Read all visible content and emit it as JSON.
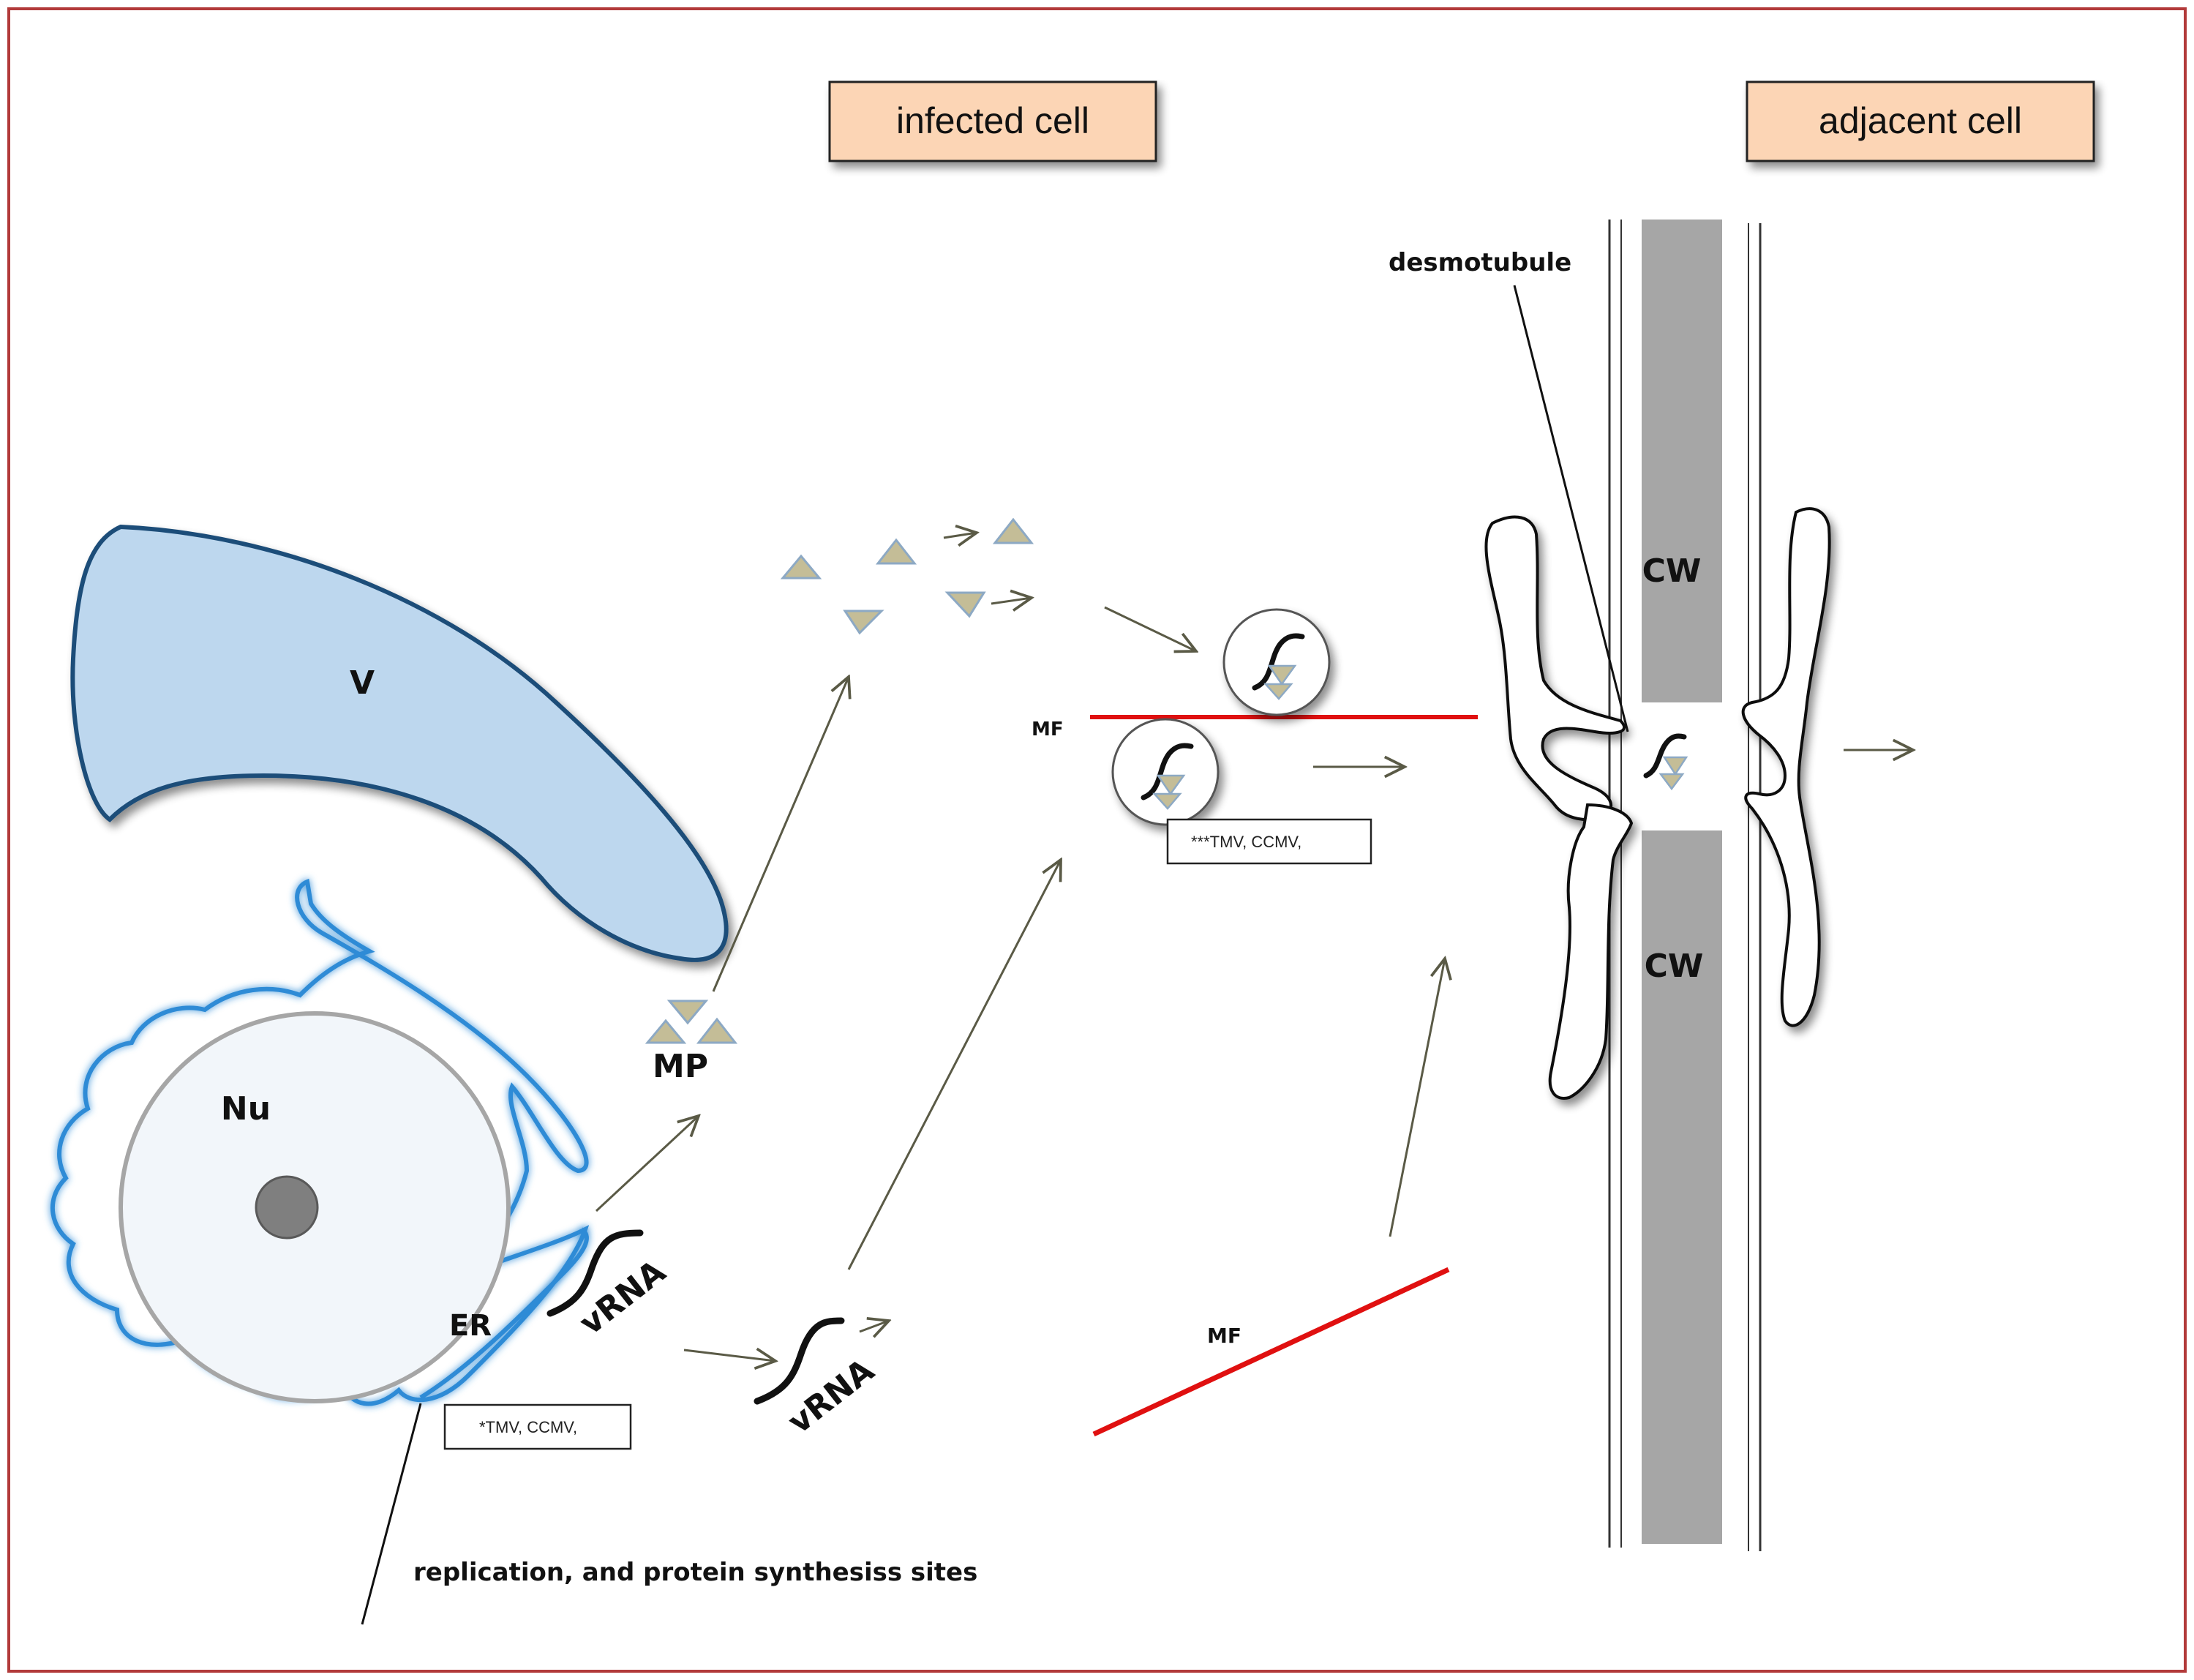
{
  "titles": {
    "infected": "infected cell",
    "adjacent": "adjacent cell"
  },
  "labels": {
    "vacuole": "V",
    "nucleus": "Nu",
    "er": "ER",
    "mp": "MP",
    "vrna_1": "vRNA",
    "vrna_2": "vRNA",
    "mf_top": "MF",
    "mf_bottom": "MF",
    "cw_top": "CW",
    "cw_bottom": "CW",
    "desmotubule": "desmotubule",
    "replication": "replication, and protein synthesiss sites"
  },
  "notes": {
    "note_1": "*TMV, CCMV,",
    "note_2": "***TMV, CCMV,"
  },
  "colors": {
    "frame": "#b23a3a",
    "title_box_fill": "#fcd5b5",
    "vacuole_fill": "#bdd7ee",
    "vacuole_stroke": "#1f4e79",
    "er_stroke": "#2e8bd6",
    "nucleus_fill": "#f2f6fa",
    "nucleus_stroke": "#a6a6a6",
    "nucleolus": "#7f7f7f",
    "mp_fill": "#c4bd97",
    "mp_stroke": "#8da9c4",
    "arrow": "#5a5a46",
    "mf": "#e01010",
    "cell_wall": "#a6a6a6"
  }
}
